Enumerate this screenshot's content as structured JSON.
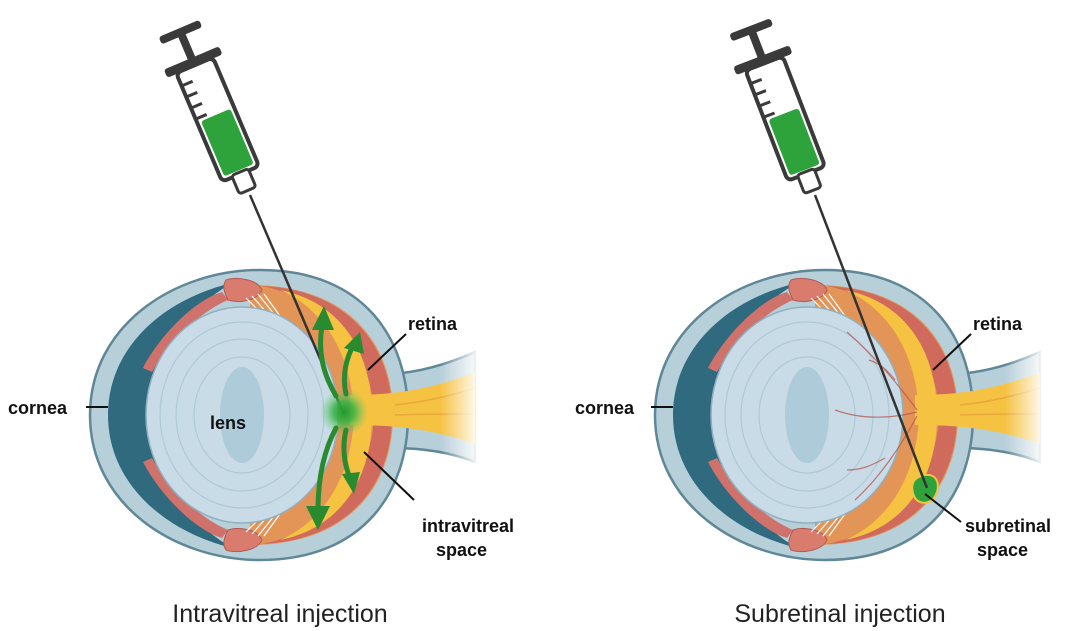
{
  "colors": {
    "sclera": "#b7cfd8",
    "sclera_outline": "#5f8797",
    "choroid": "#2f6a7f",
    "lens": "#c8dbe6",
    "vitreous": "#e39457",
    "retina": "#f5c242",
    "drug": "#2fa33b",
    "iris": "#d0726c"
  },
  "left_panel": {
    "labels": {
      "cornea": "cornea",
      "lens": "lens",
      "retina": "retina",
      "space_line1": "intravitreal",
      "space_line2": "space"
    },
    "caption": "Intravitreal injection"
  },
  "right_panel": {
    "labels": {
      "cornea": "cornea",
      "retina": "retina",
      "space_line1": "subretinal",
      "space_line2": "space"
    },
    "caption": "Subretinal injection"
  },
  "icons": {
    "syringe": "syringe-icon",
    "eye": "eye-cross-section-icon",
    "arrow": "arrow-icon"
  }
}
